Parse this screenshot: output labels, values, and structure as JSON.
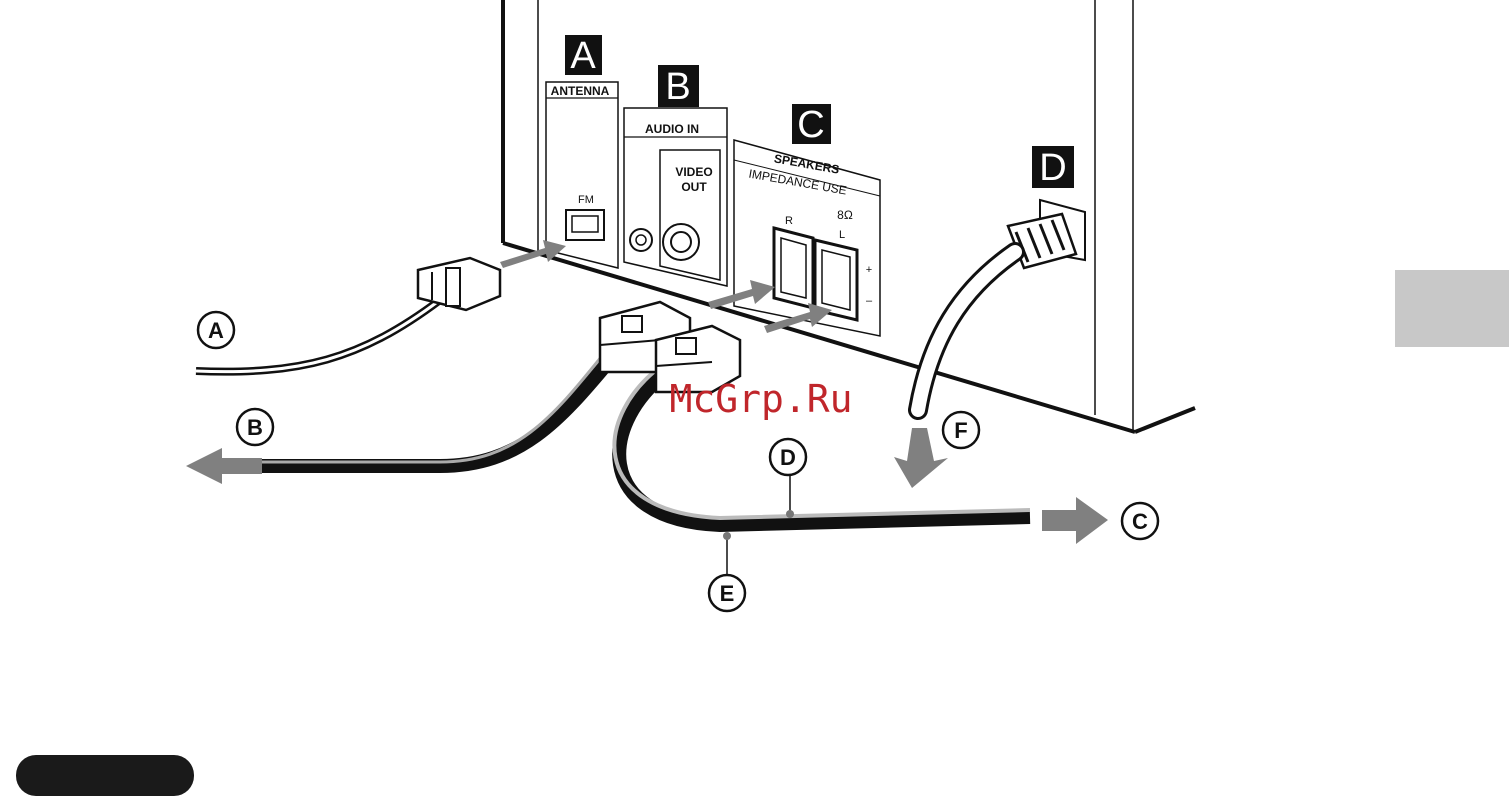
{
  "panel": {
    "section_a": {
      "box_letter": "A",
      "title": "ANTENNA",
      "port_label": "FM"
    },
    "section_b": {
      "box_letter": "B",
      "title": "AUDIO IN",
      "sub_title_1": "VIDEO",
      "sub_title_2": "OUT"
    },
    "section_c": {
      "box_letter": "C",
      "title": "SPEAKERS",
      "impedance_1": "IMPEDANCE USE",
      "impedance_2": "8Ω",
      "channel_r": "R",
      "channel_l": "L",
      "plus": "+",
      "minus": "–"
    },
    "section_d": {
      "box_letter": "D"
    }
  },
  "callouts": {
    "a": "A",
    "b": "B",
    "c": "C",
    "d": "D",
    "e": "E",
    "f": "F"
  },
  "watermark": "McGrp.Ru",
  "colors": {
    "arrow": "#808080",
    "side_tab": "#c8c8c8",
    "bottom_pill": "#1a1a1a",
    "watermark": "#c0262b"
  }
}
